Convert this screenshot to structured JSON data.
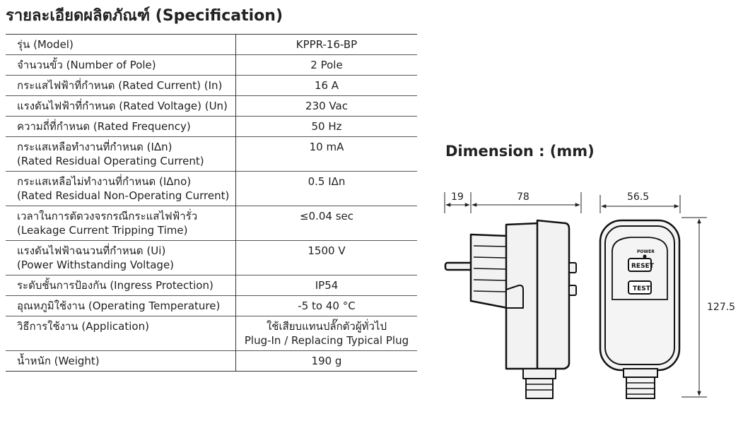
{
  "title": "รายละเอียดผลิตภัณฑ์ (Specification)",
  "specs": [
    {
      "label": [
        "รุ่น (Model)"
      ],
      "value": [
        "KPPR-16-BP"
      ]
    },
    {
      "label": [
        "จำนวนขั้ว (Number of Pole)"
      ],
      "value": [
        "2 Pole"
      ]
    },
    {
      "label": [
        "กระแสไฟฟ้าที่กำหนด (Rated Current) (In)"
      ],
      "value": [
        "16 A"
      ]
    },
    {
      "label": [
        "แรงดันไฟฟ้าที่กำหนด (Rated Voltage) (Un)"
      ],
      "value": [
        "230 Vac"
      ]
    },
    {
      "label": [
        "ความถี่ที่กำหนด (Rated Frequency)"
      ],
      "value": [
        "50 Hz"
      ]
    },
    {
      "label": [
        "กระแสเหลือทำงานที่กำหนด (IΔn)",
        "(Rated Residual Operating Current)"
      ],
      "value": [
        "10 mA"
      ]
    },
    {
      "label": [
        "กระแสเหลือไม่ทำงานที่กำหนด (IΔno)",
        "(Rated Residual Non-Operating Current)"
      ],
      "value": [
        "0.5 IΔn"
      ]
    },
    {
      "label": [
        "เวลาในการตัดวงจรกรณีกระแสไฟฟ้ารั่ว",
        "(Leakage Current Tripping Time)"
      ],
      "value": [
        "≤0.04 sec"
      ]
    },
    {
      "label": [
        "แรงดันไฟฟ้าฉนวนที่กำหนด (Ui)",
        "(Power Withstanding Voltage)"
      ],
      "value": [
        "1500 V"
      ]
    },
    {
      "label": [
        "ระดับชั้นการป้องกัน (Ingress Protection)"
      ],
      "value": [
        "IP54"
      ]
    },
    {
      "label": [
        "อุณหภูมิใช้งาน (Operating Temperature)"
      ],
      "value": [
        "-5 to 40 °C"
      ]
    },
    {
      "label": [
        "วิธีการใช้งาน (Application)"
      ],
      "value": [
        "ใช้เสียบแทนปลั๊กตัวผู้ทั่วไป",
        "Plug-In / Replacing Typical Plug"
      ]
    },
    {
      "label": [
        "น้ำหนัก (Weight)"
      ],
      "value": [
        "190 g"
      ]
    }
  ],
  "dimension": {
    "title": "Dimension : (mm)",
    "plug_length": "19",
    "body_depth": "78",
    "front_width": "56.5",
    "height": "127.5",
    "indicator_label": "POWER",
    "reset_button_label": "RESET",
    "test_button_label": "TEST"
  }
}
